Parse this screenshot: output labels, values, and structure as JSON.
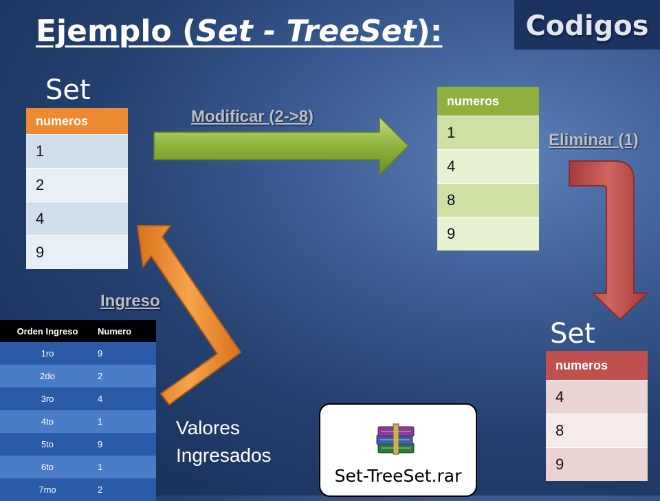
{
  "header": {
    "title_prefix": "Ejemplo (",
    "title_italic": "Set - TreeSet",
    "title_suffix": "):",
    "codigos_label": "Codigos"
  },
  "set_top": {
    "label": "Set",
    "column": "numeros",
    "values": [
      "1",
      "2",
      "4",
      "9"
    ]
  },
  "modified": {
    "column": "numeros",
    "values": [
      "1",
      "4",
      "8",
      "9"
    ]
  },
  "set_bottom": {
    "label": "Set",
    "column": "numeros",
    "values": [
      "4",
      "8",
      "9"
    ]
  },
  "arrows": {
    "modify_label": "Modificar (2->8)",
    "delete_label": "Eliminar (1)",
    "ingreso_label": "Ingreso"
  },
  "ingreso_table": {
    "headers": [
      "Orden Ingreso",
      "Numero"
    ],
    "rows": [
      [
        "1ro",
        "9"
      ],
      [
        "2do",
        "2"
      ],
      [
        "3ro",
        "4"
      ],
      [
        "4to",
        "1"
      ],
      [
        "5to",
        "9"
      ],
      [
        "6to",
        "1"
      ],
      [
        "7mo",
        "2"
      ]
    ]
  },
  "valores": {
    "line1": "Valores",
    "line2": "Ingresados"
  },
  "file": {
    "name": "Set-TreeSet.rar",
    "icon": "winrar-archive-icon"
  },
  "colors": {
    "orange_header": "#ee8a34",
    "green_header": "#8fb03f",
    "red_header": "#c0504d",
    "arrow_green": "#8db33c",
    "arrow_red": "#c0504d",
    "arrow_orange": "#f08a20"
  }
}
